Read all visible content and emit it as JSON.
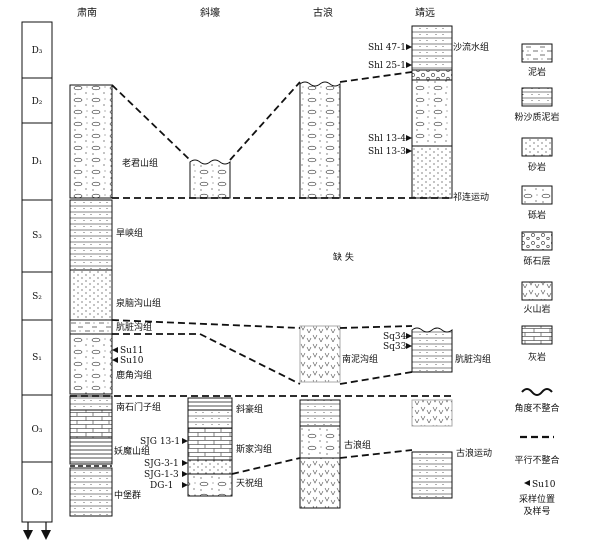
{
  "headers": [
    "肃南",
    "斜壕",
    "古浪",
    "靖远"
  ],
  "periods": [
    {
      "code": "D₃",
      "sub": "3"
    },
    {
      "code": "D₂",
      "sub": "2"
    },
    {
      "code": "D₁",
      "sub": "1"
    },
    {
      "code": "S₃",
      "sub": "3"
    },
    {
      "code": "S₂",
      "sub": "2"
    },
    {
      "code": "S₁",
      "sub": "1"
    },
    {
      "code": "O₃",
      "sub": "3"
    },
    {
      "code": "O₂",
      "sub": "2"
    }
  ],
  "formations": {
    "shaliushui": "沙流水组",
    "laojunshan": "老君山组",
    "qilian": "祁连运动",
    "hanxia": "旱峡组",
    "quannaogou": "泉脑沟山组",
    "hangzanggou_sn": "肮脏沟组",
    "lujiaogou": "鹿角沟组",
    "nannigou": "南泥沟组",
    "hangzanggou_jy": "肮脏沟组",
    "nanshimenzi": "南石门子组",
    "yaomoshan": "妖魔山组",
    "zhongbao": "中堡群",
    "xiehao": "斜豪组",
    "sijiagou": "斯家沟组",
    "tianzhu": "天祝组",
    "gulang_fm": "古浪组",
    "gulang_move": "古浪运动",
    "queshi": "缺    失"
  },
  "samples": {
    "shl47": "Shl 47-1",
    "shl25": "Shl 25-1",
    "shl13_4": "Shl 13-4",
    "shl13_3": "Shl 13-3",
    "su11": "Su11",
    "su10": "Su10",
    "sq34": "Sq34",
    "sq33": "Sq33",
    "sjg13": "SJG 13-1",
    "sjg3": "SJG-3-1",
    "sjg13b": "SJG-1-3",
    "dg1": "DG-1"
  },
  "legend": {
    "mudstone": "泥岩",
    "silty": "粉沙质泥岩",
    "sandstone": "砂岩",
    "conglomerate": "砾岩",
    "gravel": "砾石层",
    "volcanic": "火山岩",
    "limestone": "灰岩",
    "angular": "角度不整合",
    "parallel": "平行不整合",
    "sample_icon": "Su10",
    "sample_label_1": "采样位置",
    "sample_label_2": "及样号"
  }
}
